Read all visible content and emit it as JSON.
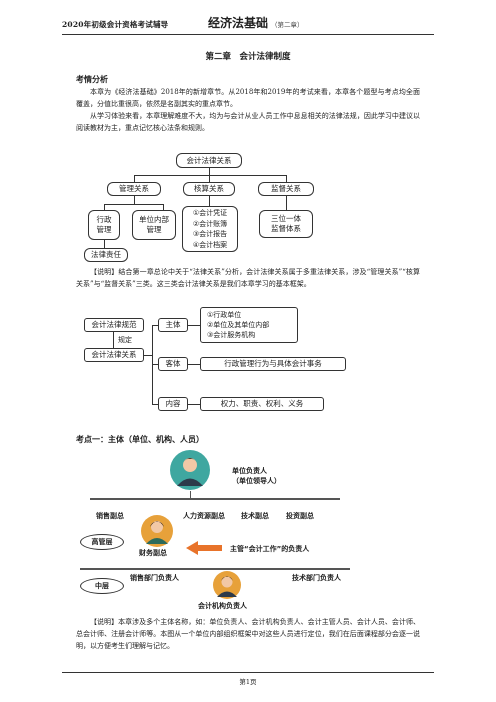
{
  "header": {
    "left": "2020年初级会计资格考试辅导",
    "right_main": "经济法基础",
    "right_sub": "（第二章）"
  },
  "chapter_title": "第二章　会计法律制度",
  "section1": {
    "heading": "考情分析",
    "p1": "本章为《经济法基础》2018年的新增章节。从2018年和2019年的考试来看，本章各个题型与考点均全面覆盖，分值比重很高，依然是名副其实的重点章节。",
    "p2": "从学习体验来看，本章理解难度不大，均为与会计从业人员工作中息息相关的法律法规，因此学习中建议以阅读教材为主，重点记忆核心法条和规则。"
  },
  "diagram1": {
    "root": "会计法律关系",
    "mgmt": "管理关系",
    "acct": "核算关系",
    "supv": "监督关系",
    "admin": "行政\n管理",
    "internal": "单位内部\n管理",
    "acct_items": "①会计凭证\n②会计账簿\n③会计报告\n④会计档案",
    "supv_item": "三位一体\n监督体系",
    "liability": "法律责任"
  },
  "note1": "【说明】结合第一章总论中关于“法律关系”分析，会计法律关系属于多重法律关系，涉及“管理关系”“核算关系”与“监督关系”三类。这三类会计法律关系是我们本章学习的基本框架。",
  "diagram2": {
    "norms": "会计法律规范",
    "regulate": "规定",
    "relation": "会计法律关系",
    "subject": "主体",
    "subject_items": "①行政单位\n②单位及其单位内部\n③会计服务机构",
    "object": "客体",
    "object_item": "行政管理行为与具体会计事务",
    "content": "内容",
    "content_item": "权力、职责、权利、义务"
  },
  "section2": {
    "heading": "考点一：主体（单位、机构、人员）"
  },
  "org_chart": {
    "head": "单位负责人\n（单位领导人）",
    "hr": "人力资源副总",
    "tech": "技术副总",
    "invest": "投资副总",
    "sales": "销售副总",
    "finance": "财务副总",
    "finance_note": "主管“会计工作”的负责人",
    "senior": "高管层",
    "middle": "中层",
    "sales_mgr": "销售部门负责人",
    "acct_mgr": "会计机构负责人",
    "tech_mgr": "技术部门负责人"
  },
  "note2": "【说明】本章涉及多个主体名称，如：单位负责人、会计机构负责人、会计主管人员、会计人员、会计师、总会计师、注册会计师等。本图从一个单位内部组织框架中对这些人员进行定位，我们在后面课程部分会逐一说明，以方便考生们理解与记忆。",
  "footer": "第1页"
}
